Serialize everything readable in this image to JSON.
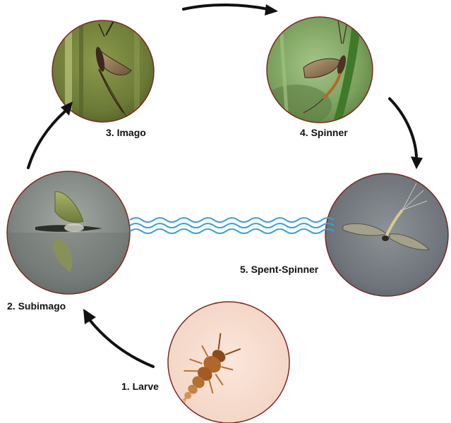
{
  "stages": [
    {
      "number": 1,
      "label": "1. Larve"
    },
    {
      "number": 2,
      "label": "2. Subimago"
    },
    {
      "number": 3,
      "label": "3. Imago"
    },
    {
      "number": 4,
      "label": "4. Spinner"
    },
    {
      "number": 5,
      "label": "5. Spent-Spinner"
    }
  ],
  "colors": {
    "circle_border": "#7a2a25",
    "arrow": "#111111",
    "water_lines": "#3aa0d8"
  }
}
